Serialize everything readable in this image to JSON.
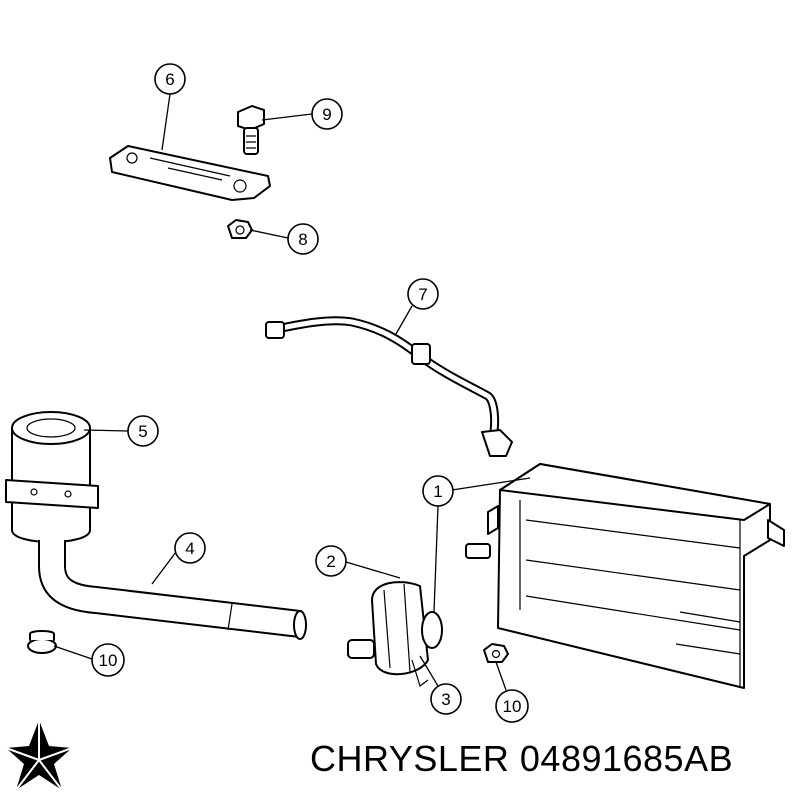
{
  "brand": {
    "logo_icon": "pentastar-logo-icon",
    "caption": "CHRYSLER 04891685AB"
  },
  "callouts": {
    "c1": "1",
    "c2": "2",
    "c3": "3",
    "c4": "4",
    "c5": "5",
    "c6": "6",
    "c7": "7",
    "c8": "8",
    "c9": "9",
    "c10a": "10",
    "c10b": "10"
  },
  "colors": {
    "line": "#000000",
    "background": "#ffffff"
  }
}
